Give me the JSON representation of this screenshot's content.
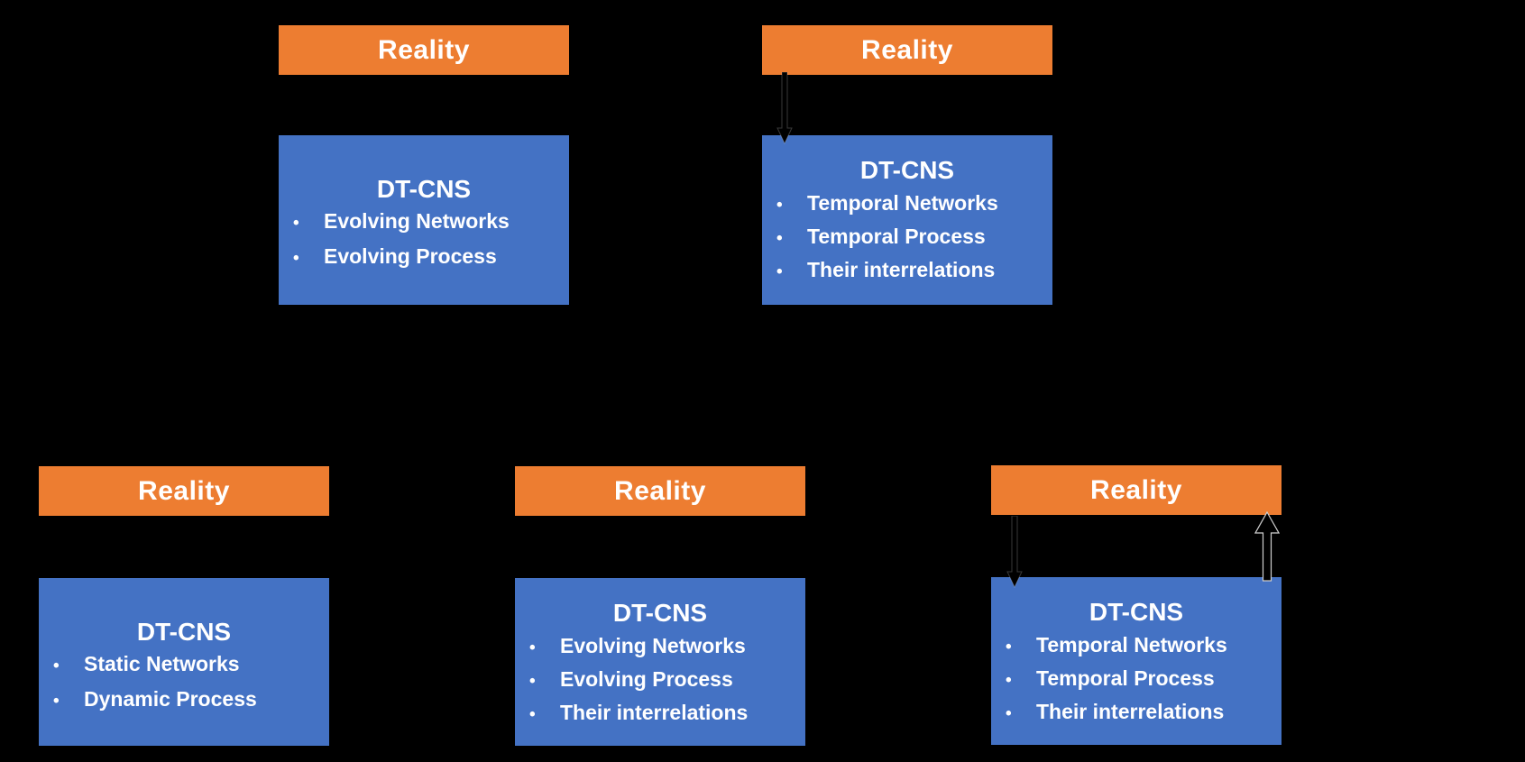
{
  "figure": {
    "description": "Five-panel diagram comparing Reality with DT-CNS (Digital Twin - Complex Networked System) representations",
    "background_color": "#000000",
    "colors": {
      "reality_box": "#ED7D31",
      "dtcns_box": "#4472C4",
      "text": "#FFFFFF",
      "arrow_fill": "#000000",
      "arrow_outline": "#D0D0D0"
    },
    "bullet_char": "•",
    "panels": [
      {
        "id": "top-left",
        "reality_label": "Reality",
        "dtcns_title": "DT-CNS",
        "bullets": [
          "Evolving Networks",
          "Evolving Process"
        ]
      },
      {
        "id": "top-right",
        "reality_label": "Reality",
        "dtcns_title": "DT-CNS",
        "bullets": [
          "Temporal Networks",
          "Temporal Process",
          "Their interrelations"
        ]
      },
      {
        "id": "bottom-left",
        "reality_label": "Reality",
        "dtcns_title": "DT-CNS",
        "bullets": [
          "Static Networks",
          "Dynamic Process"
        ]
      },
      {
        "id": "bottom-middle",
        "reality_label": "Reality",
        "dtcns_title": "DT-CNS",
        "bullets": [
          "Evolving Networks",
          "Evolving Process",
          "Their interrelations"
        ]
      },
      {
        "id": "bottom-right",
        "reality_label": "Reality",
        "dtcns_title": "DT-CNS",
        "bullets": [
          "Temporal Networks",
          "Temporal Process",
          "Their interrelations"
        ]
      }
    ],
    "arrows": [
      {
        "panel": "top-right",
        "direction": "down",
        "from": "Reality",
        "to": "DT-CNS"
      },
      {
        "panel": "bottom-right",
        "direction": "down",
        "from": "Reality",
        "to": "DT-CNS"
      },
      {
        "panel": "bottom-right",
        "direction": "up",
        "from": "DT-CNS",
        "to": "Reality"
      }
    ]
  }
}
